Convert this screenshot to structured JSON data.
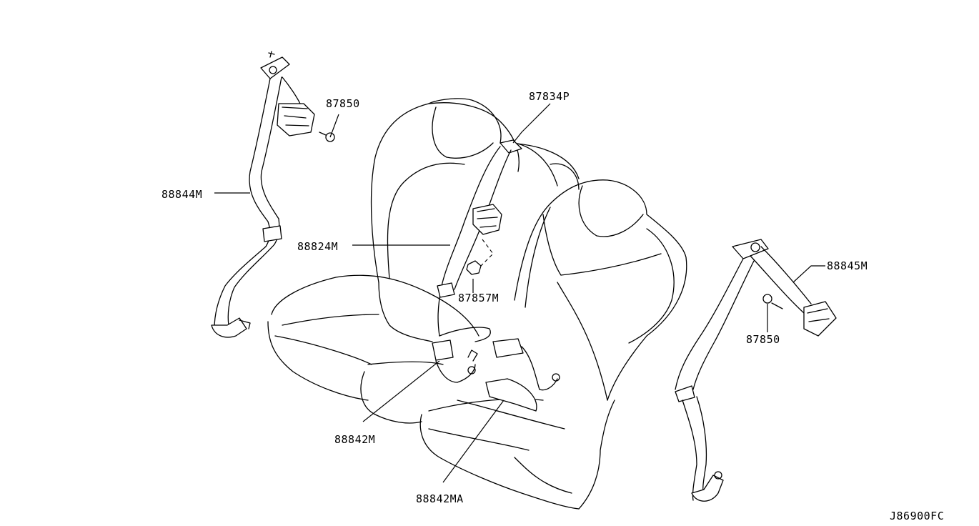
{
  "labels": {
    "p87850_upper": "87850",
    "p88844M": "88844M",
    "p87834P": "87834P",
    "p88824M": "88824M",
    "p87857M": "87857M",
    "p88845M": "88845M",
    "p87850_lower": "87850",
    "p88842M": "88842M",
    "p88842MA": "88842MA",
    "drawing_code": "J86900FC"
  }
}
